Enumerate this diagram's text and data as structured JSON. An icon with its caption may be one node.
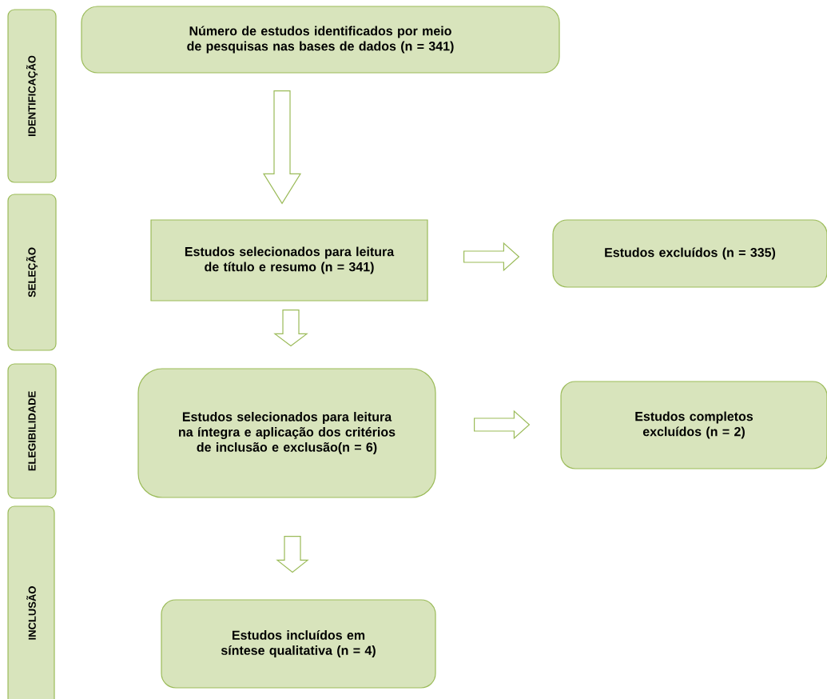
{
  "diagram": {
    "nodes": [
      {
        "text": [
          "IDENTIFICAÇÃO"
        ]
      },
      {
        "text": [
          "Número de estudos identificados por meio de pesquisas nas bases de dados (n = 341)"
        ]
      },
      {
        "text": [
          "SELEÇÃO"
        ]
      },
      {
        "text": [
          "Estudos selecionados para leitura de título e resumo (n = 341)"
        ]
      },
      {
        "text": [
          "Estudos excluídos (n = 335)"
        ]
      },
      {
        "text": [
          "ELEGIBILIDADE"
        ]
      },
      {
        "text": [
          "Estudos selecionados para leitura na íntegra e aplicação dos critérios de inclusão e exclusão(n = 6)"
        ]
      },
      {
        "text": [
          "Estudos completos excluídos (n = 2)"
        ]
      },
      {
        "text": [
          "INCLUSÃO"
        ]
      },
      {
        "text": [
          "Estudos incluídos em síntese qualitativa (n = 4)"
        ]
      }
    ],
    "edges": [
      {
        "from": 1,
        "to": 3,
        "arrow": "to"
      },
      {
        "from": 3,
        "to": 4,
        "arrow": "to"
      },
      {
        "from": 3,
        "to": 6,
        "arrow": "to"
      },
      {
        "from": 6,
        "to": 7,
        "arrow": "to"
      },
      {
        "from": 6,
        "to": 9,
        "arrow": "to"
      }
    ]
  }
}
